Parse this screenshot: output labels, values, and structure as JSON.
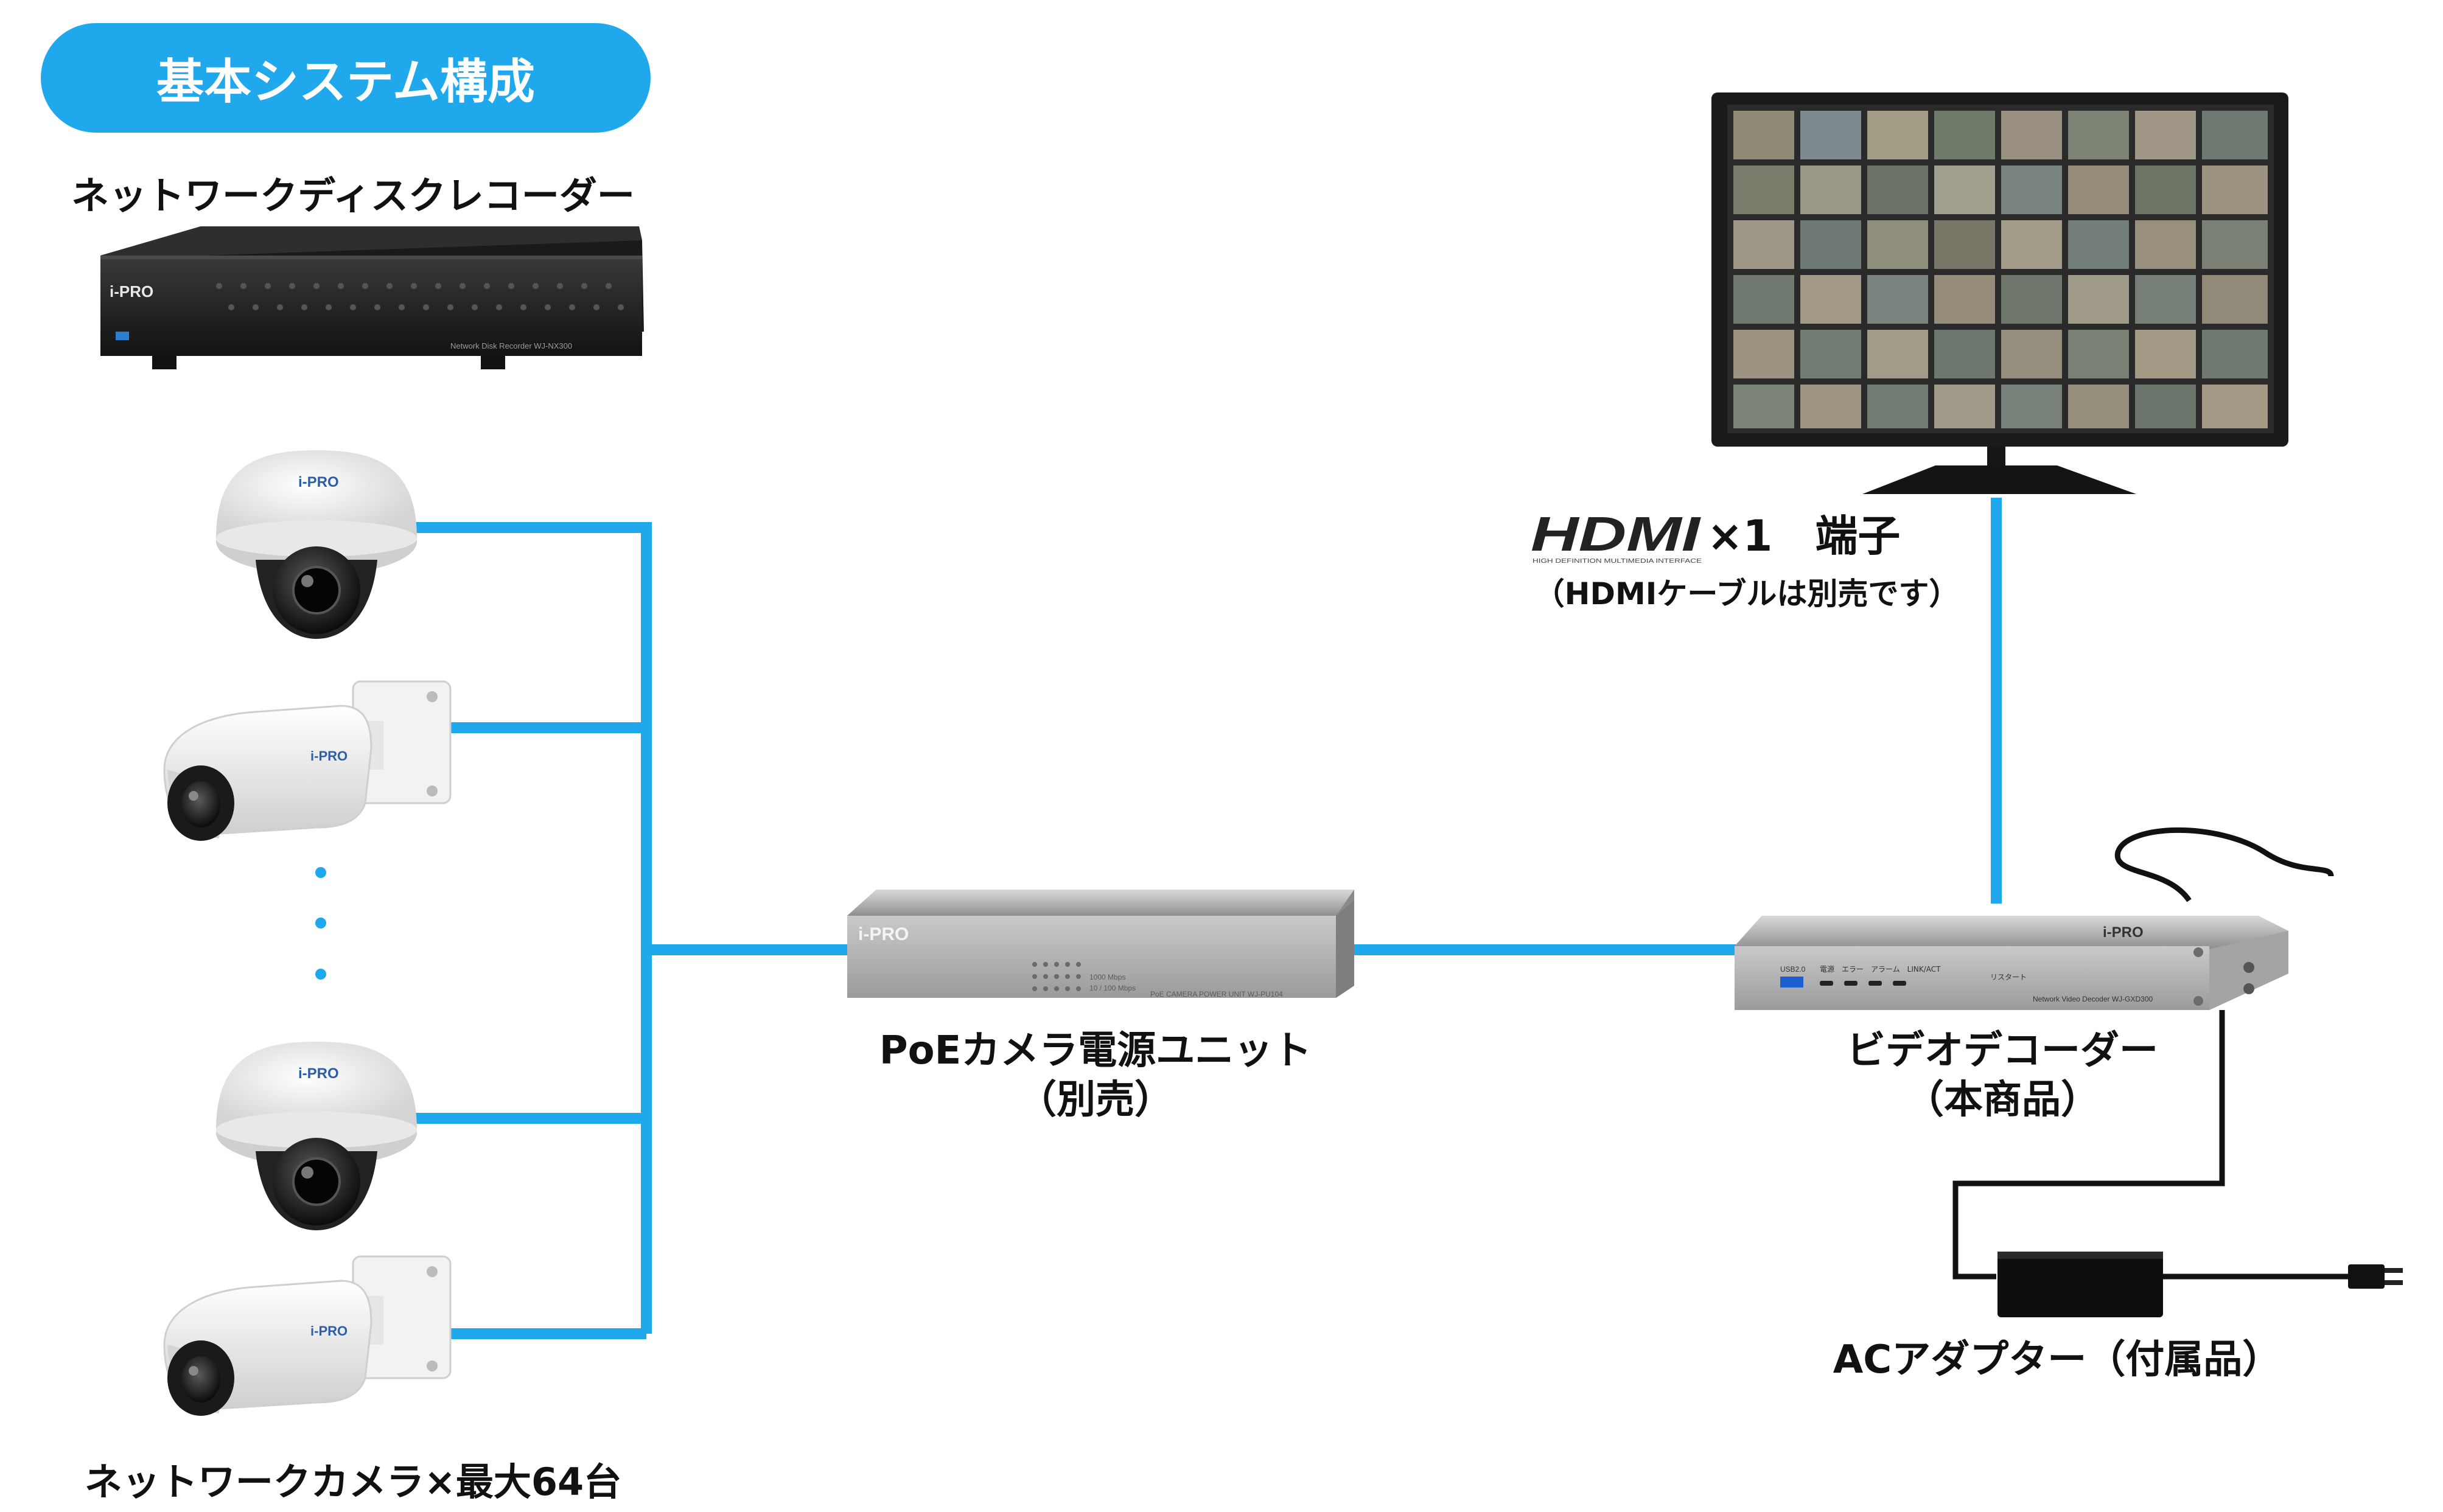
{
  "title": "基本システム構成",
  "labels": {
    "nvr": "ネットワークディスクレコーダー",
    "cameras": "ネットワークカメラ×最大64台",
    "poe_line1": "PoEカメラ電源ユニット",
    "poe_line2": "（別売）",
    "decoder_line1": "ビデオデコーダー",
    "decoder_line2": "（本商品）",
    "hdmi_logo": "HDMI",
    "hdmi_logo_sub": "HIGH DEFINITION MULTIMEDIA INTERFACE",
    "hdmi_terminal": "×1　端子",
    "hdmi_note": "（HDMIケーブルは別売です）",
    "adapter": "ACアダプター（付属品）"
  },
  "device_text": {
    "brand": "i-PRO",
    "nvr_model": "Network Disk Recorder  WJ-NX300",
    "poe_model": "PoE CAMERA POWER UNIT  WJ-PU104",
    "poe_speed_1": "1000 Mbps",
    "poe_speed_2": "10 / 100 Mbps",
    "decoder_model": "Network Video Decoder  WJ-GXD300",
    "decoder_usb": "USB2.0",
    "decoder_status": "電源　エラー　アラーム　LINK/ACT",
    "decoder_reset": "リスタート"
  },
  "colors": {
    "cable_blue": "#1fa8ec",
    "power_cable": "#111111",
    "title_bg": "#1fa8ec"
  }
}
